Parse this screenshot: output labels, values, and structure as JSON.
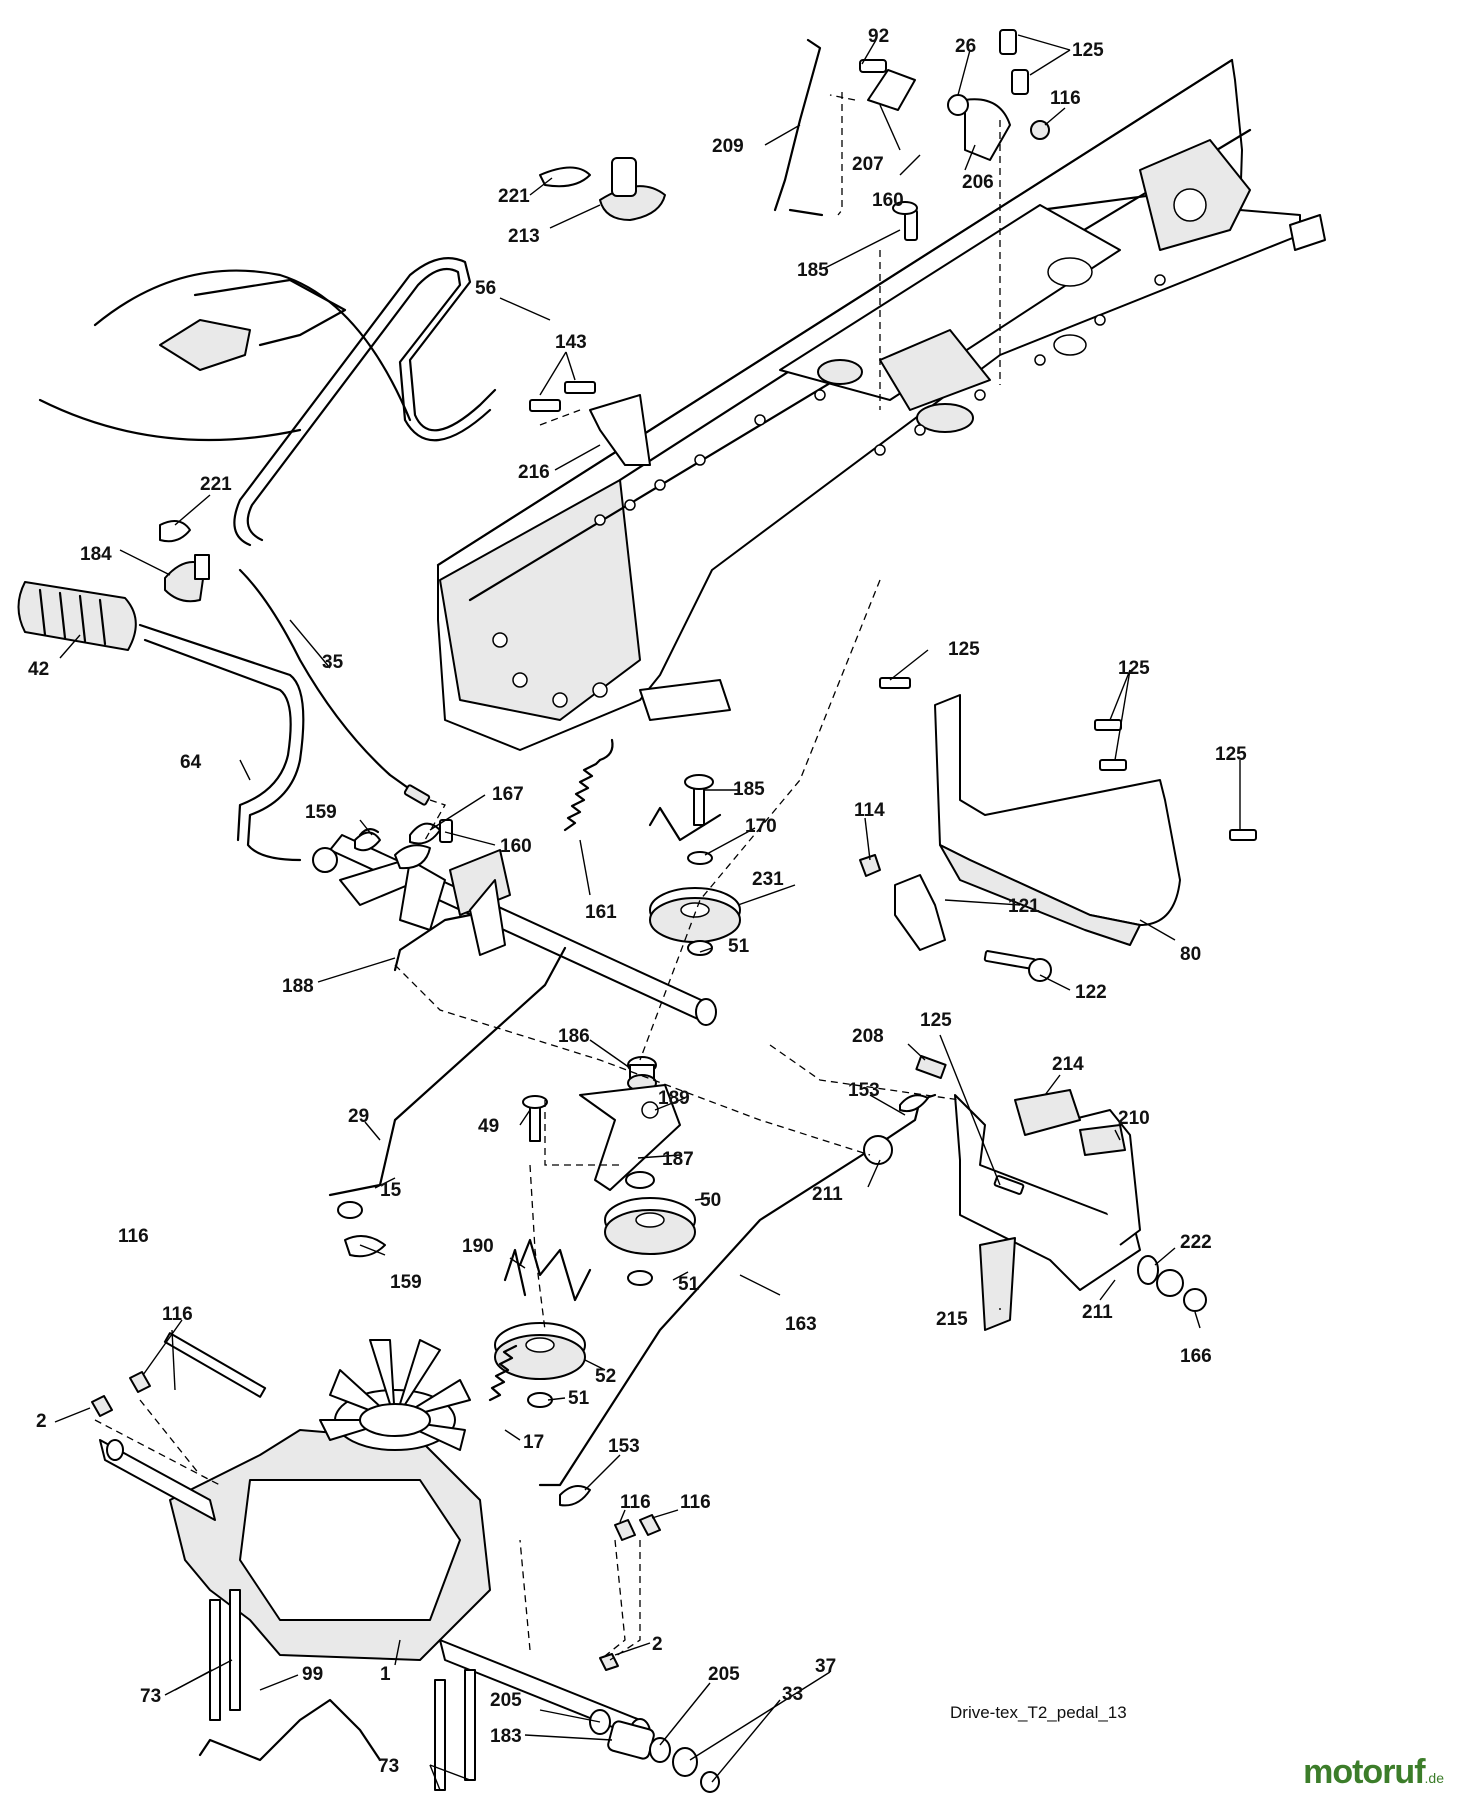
{
  "caption": "Drive-tex_T2_pedal_13",
  "watermark": {
    "name": "motoruf",
    "tld": ".de",
    "color": "#3c7d2a"
  },
  "labels": [
    {
      "id": "l-92",
      "text": "92"
    },
    {
      "id": "l-26",
      "text": "26"
    },
    {
      "id": "l-125a",
      "text": "125"
    },
    {
      "id": "l-116a",
      "text": "116"
    },
    {
      "id": "l-209",
      "text": "209"
    },
    {
      "id": "l-207",
      "text": "207"
    },
    {
      "id": "l-160a",
      "text": "160"
    },
    {
      "id": "l-206",
      "text": "206"
    },
    {
      "id": "l-221a",
      "text": "221"
    },
    {
      "id": "l-213",
      "text": "213"
    },
    {
      "id": "l-185a",
      "text": "185"
    },
    {
      "id": "l-56",
      "text": "56"
    },
    {
      "id": "l-143",
      "text": "143"
    },
    {
      "id": "l-216",
      "text": "216"
    },
    {
      "id": "l-221b",
      "text": "221"
    },
    {
      "id": "l-184",
      "text": "184"
    },
    {
      "id": "l-42",
      "text": "42"
    },
    {
      "id": "l-35",
      "text": "35"
    },
    {
      "id": "l-125b",
      "text": "125"
    },
    {
      "id": "l-125c",
      "text": "125"
    },
    {
      "id": "l-125d",
      "text": "125"
    },
    {
      "id": "l-64",
      "text": "64"
    },
    {
      "id": "l-167",
      "text": "167"
    },
    {
      "id": "l-185b",
      "text": "185"
    },
    {
      "id": "l-159a",
      "text": "159"
    },
    {
      "id": "l-160b",
      "text": "160"
    },
    {
      "id": "l-170",
      "text": "170"
    },
    {
      "id": "l-114",
      "text": "114"
    },
    {
      "id": "l-231",
      "text": "231"
    },
    {
      "id": "l-161",
      "text": "161"
    },
    {
      "id": "l-121",
      "text": "121"
    },
    {
      "id": "l-51a",
      "text": "51"
    },
    {
      "id": "l-80",
      "text": "80"
    },
    {
      "id": "l-188",
      "text": "188"
    },
    {
      "id": "l-122",
      "text": "122"
    },
    {
      "id": "l-186",
      "text": "186"
    },
    {
      "id": "l-125e",
      "text": "125"
    },
    {
      "id": "l-208",
      "text": "208"
    },
    {
      "id": "l-214",
      "text": "214"
    },
    {
      "id": "l-189",
      "text": "189"
    },
    {
      "id": "l-153a",
      "text": "153"
    },
    {
      "id": "l-210",
      "text": "210"
    },
    {
      "id": "l-29",
      "text": "29"
    },
    {
      "id": "l-49",
      "text": "49"
    },
    {
      "id": "l-187",
      "text": "187"
    },
    {
      "id": "l-15",
      "text": "15"
    },
    {
      "id": "l-50",
      "text": "50"
    },
    {
      "id": "l-211a",
      "text": "211"
    },
    {
      "id": "l-116b",
      "text": "116"
    },
    {
      "id": "l-190",
      "text": "190"
    },
    {
      "id": "l-51b",
      "text": "51"
    },
    {
      "id": "l-222",
      "text": "222"
    },
    {
      "id": "l-159b",
      "text": "159"
    },
    {
      "id": "l-116c",
      "text": "116"
    },
    {
      "id": "l-163",
      "text": "163"
    },
    {
      "id": "l-211b",
      "text": "211"
    },
    {
      "id": "l-215",
      "text": "215"
    },
    {
      "id": "l-166",
      "text": "166"
    },
    {
      "id": "l-52",
      "text": "52"
    },
    {
      "id": "l-2a",
      "text": "2"
    },
    {
      "id": "l-51c",
      "text": "51"
    },
    {
      "id": "l-17",
      "text": "17"
    },
    {
      "id": "l-153b",
      "text": "153"
    },
    {
      "id": "l-116d",
      "text": "116"
    },
    {
      "id": "l-116e",
      "text": "116"
    },
    {
      "id": "l-2b",
      "text": "2"
    },
    {
      "id": "l-205a",
      "text": "205"
    },
    {
      "id": "l-37",
      "text": "37"
    },
    {
      "id": "l-99",
      "text": "99"
    },
    {
      "id": "l-1",
      "text": "1"
    },
    {
      "id": "l-73a",
      "text": "73"
    },
    {
      "id": "l-33",
      "text": "33"
    },
    {
      "id": "l-205b",
      "text": "205"
    },
    {
      "id": "l-183",
      "text": "183"
    },
    {
      "id": "l-73b",
      "text": "73"
    }
  ]
}
